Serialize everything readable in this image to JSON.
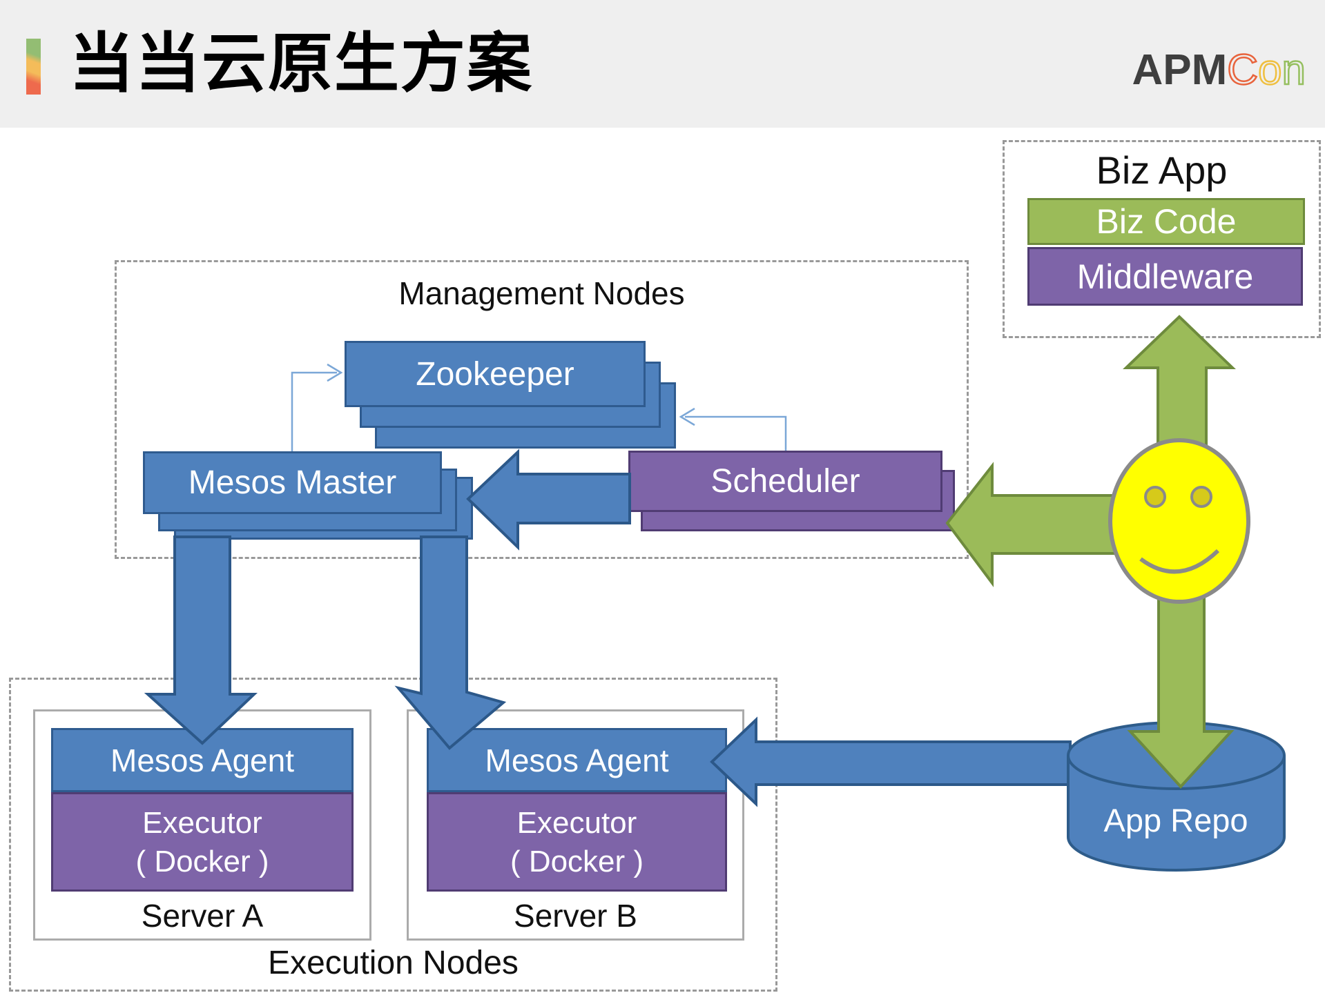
{
  "slide": {
    "title": "当当云原生方案",
    "logo": {
      "apm": "APM",
      "c": "C",
      "o": "o",
      "n": "n"
    }
  },
  "management": {
    "label": "Management Nodes",
    "zookeeper": "Zookeeper",
    "mesos_master": "Mesos Master",
    "scheduler": "Scheduler"
  },
  "biz_app": {
    "label": "Biz App",
    "biz_code": "Biz Code",
    "middleware": "Middleware"
  },
  "execution": {
    "label": "Execution Nodes",
    "servers": [
      {
        "agent": "Mesos Agent",
        "executor_line1": "Executor",
        "executor_line2": "( Docker )",
        "name": "Server A"
      },
      {
        "agent": "Mesos Agent",
        "executor_line1": "Executor",
        "executor_line2": "( Docker )",
        "name": "Server B"
      }
    ]
  },
  "app_repo": {
    "label": "App Repo"
  },
  "actor": {
    "name": "user-smiley"
  },
  "colors": {
    "blue": "#4f81bd",
    "blue_border": "#2f5b8f",
    "purple": "#7e64a8",
    "purple_border": "#503c73",
    "green": "#9bbb59",
    "green_border": "#6e8b3d",
    "yellow": "#ffff00",
    "gray_dash": "#999999",
    "header_bg": "#efefef"
  }
}
